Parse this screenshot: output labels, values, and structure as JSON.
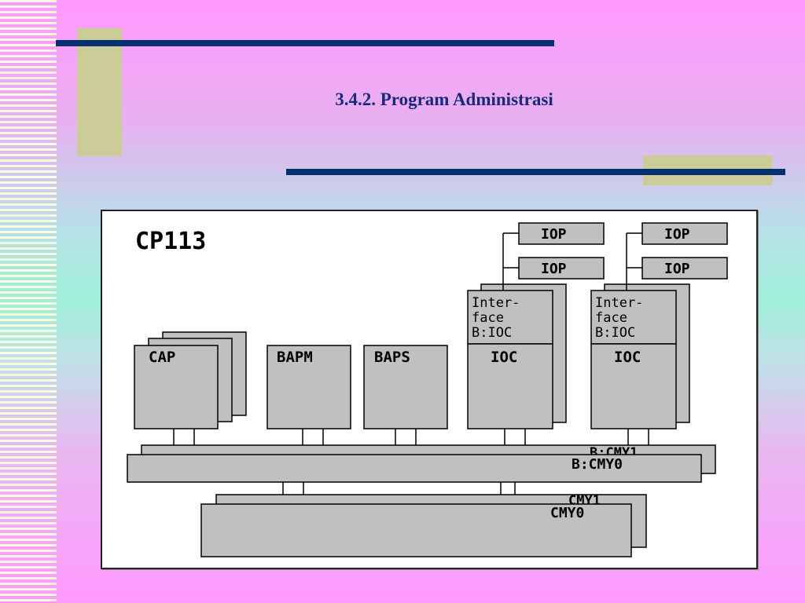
{
  "slide": {
    "title": "3.4.2. Program Administrasi"
  },
  "diagram": {
    "system_label": "CP113",
    "units": {
      "cap": "CAP",
      "bapm": "BAPM",
      "baps": "BAPS",
      "ioc1": "IOC",
      "ioc2": "IOC",
      "iop1a": "IOP",
      "iop1b": "IOP",
      "iop2a": "IOP",
      "iop2b": "IOP",
      "if1_line1": "Inter-",
      "if1_line2": "face",
      "if1_line3": "B:IOC",
      "if2_line1": "Inter-",
      "if2_line2": "face",
      "if2_line3": "B:IOC"
    },
    "buses": {
      "bcmy1": "B:CMY1",
      "bcmy0": "B:CMY0",
      "cmy1": "CMY1",
      "cmy0": "CMY0"
    }
  },
  "colors": {
    "rule": "#003070",
    "khaki": "#cccc99",
    "box_fill": "#c0c0c0",
    "title": "#1a2a7a"
  }
}
